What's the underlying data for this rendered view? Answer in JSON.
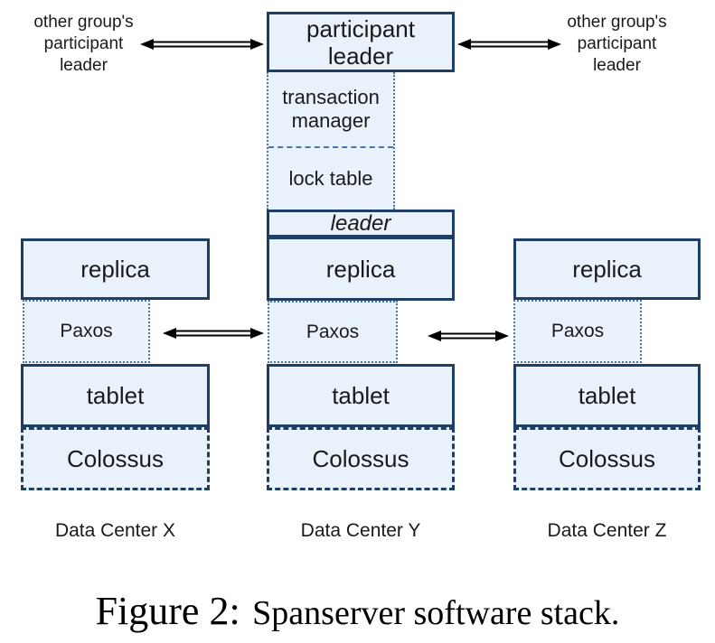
{
  "colors": {
    "box_fill": "#e9f1fa",
    "box_border": "#1e3f63",
    "dotted_line": "#4a76a8",
    "arrow": "#000000"
  },
  "external_labels": {
    "left": {
      "line1": "other group's",
      "line2": "participant",
      "line3": "leader"
    },
    "right": {
      "line1": "other group's",
      "line2": "participant",
      "line3": "leader"
    }
  },
  "participant_leader": {
    "line1": "participant",
    "line2": "leader"
  },
  "transaction_manager": {
    "line1": "transaction",
    "line2": "manager"
  },
  "lock_table": "lock table",
  "leader_label": "leader",
  "columns": [
    {
      "replica": "replica",
      "paxos": "Paxos",
      "tablet": "tablet",
      "colossus": "Colossus",
      "label": "Data Center X"
    },
    {
      "replica": "replica",
      "paxos": "Paxos",
      "tablet": "tablet",
      "colossus": "Colossus",
      "label": "Data Center Y"
    },
    {
      "replica": "replica",
      "paxos": "Paxos",
      "tablet": "tablet",
      "colossus": "Colossus",
      "label": "Data Center Z"
    }
  ],
  "caption": {
    "figure_label": "Figure 2:",
    "text": "Spanserver software stack."
  }
}
